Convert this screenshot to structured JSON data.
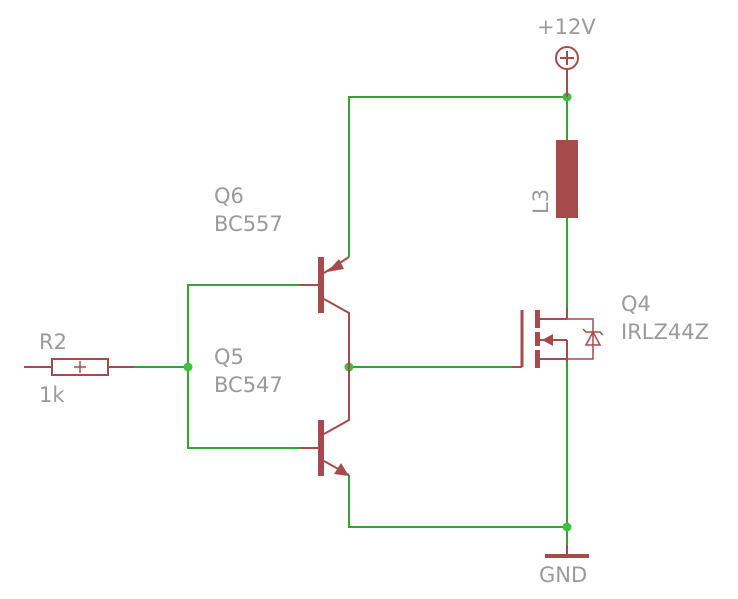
{
  "colors": {
    "wire": "#33a433",
    "part": "#a54b4b",
    "label": "#9a9a9a",
    "junction": "#3fbf3f"
  },
  "supply": {
    "label": "+12V"
  },
  "ground": {
    "label": "GND"
  },
  "r2": {
    "name": "R2",
    "value": "1k"
  },
  "q6": {
    "name": "Q6",
    "part": "BC557"
  },
  "q5": {
    "name": "Q5",
    "part": "BC547"
  },
  "l3": {
    "name": "L3"
  },
  "q4": {
    "name": "Q4",
    "part": "IRLZ44Z"
  }
}
